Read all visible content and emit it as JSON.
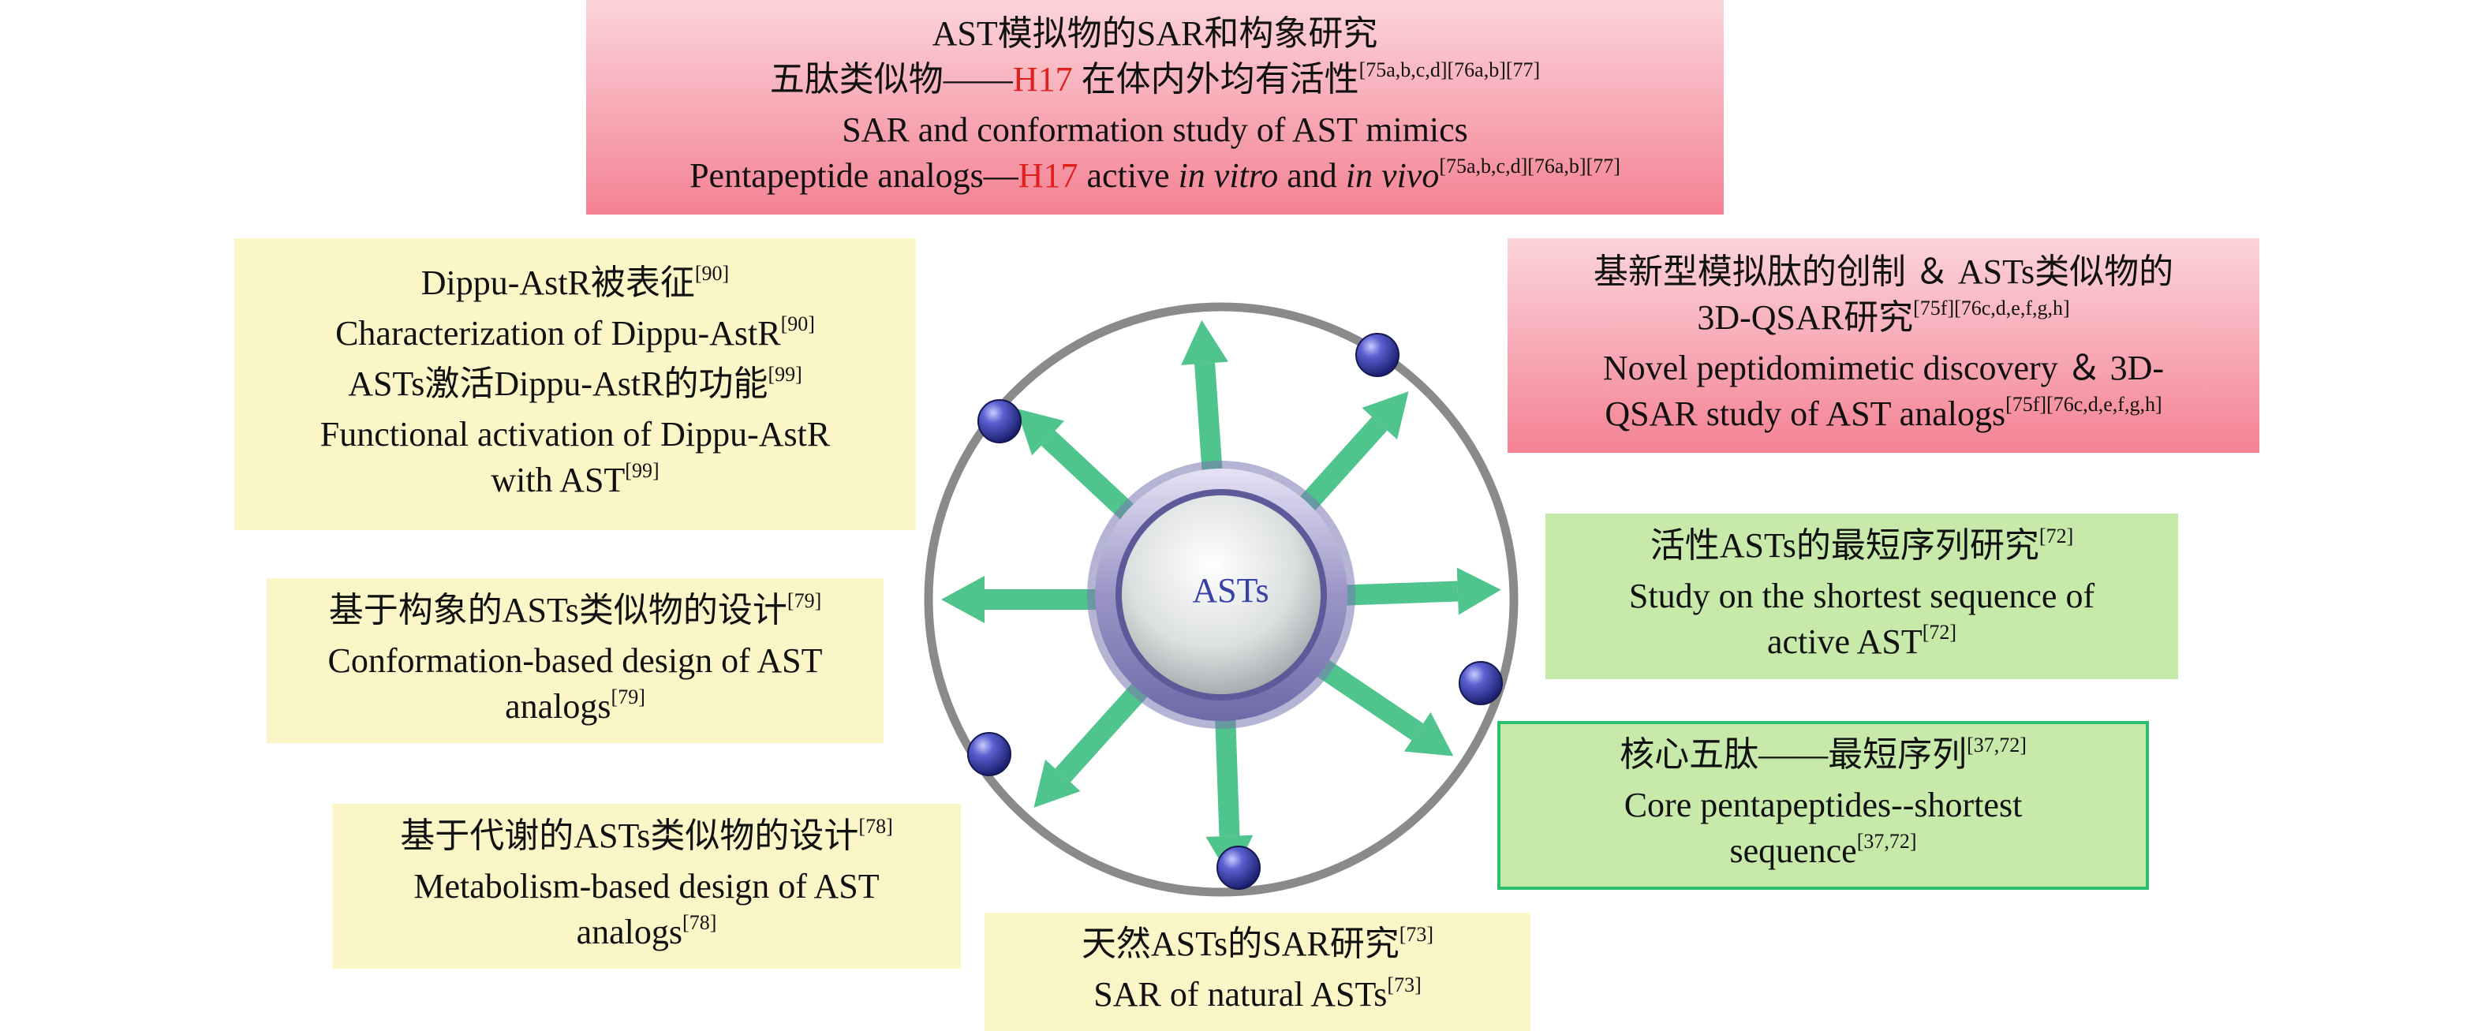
{
  "center": {
    "label": "ASTs"
  },
  "boxes": {
    "top": {
      "l1": "AST模拟物的SAR和构象研究",
      "l2a": "五肽类似物——",
      "l2b": "H17",
      "l2c": " 在体内外均有活性",
      "l2sup": "[75a,b,c,d][76a,b][77]",
      "l3": "SAR and conformation study of AST mimics",
      "l4a": "Pentapeptide analogs—",
      "l4b": "H17",
      "l4c": " active ",
      "l4d": "in vitro",
      "l4e": " and ",
      "l4f": "in vivo",
      "l4sup": "[75a,b,c,d][76a,b][77]"
    },
    "dippu": {
      "l1": "Dippu-AstR被表征",
      "l1sup": "[90]",
      "l2": "Characterization of Dippu-AstR",
      "l2sup": "[90]",
      "l3": "ASTs激活Dippu-AstR的功能",
      "l3sup": "[99]",
      "l4": "Functional activation of Dippu-AstR",
      "l5": "with AST",
      "l5sup": "[99]"
    },
    "conformation": {
      "l1": "基于构象的ASTs类似物的设计",
      "l1sup": "[79]",
      "l2": "Conformation-based design of AST",
      "l3": "analogs",
      "l3sup": "[79]"
    },
    "metabolism": {
      "l1": "基于代谢的ASTs类似物的设计",
      "l1sup": "[78]",
      "l2": "Metabolism-based design of AST",
      "l3": "analogs",
      "l3sup": "[78]"
    },
    "natural": {
      "l1": "天然ASTs的SAR研究",
      "l1sup": "[73]",
      "l2": "SAR of natural ASTs",
      "l2sup": "[73]"
    },
    "peptidomimetic": {
      "l1": "基新型模拟肽的创制 ＆ ASTs类似物的",
      "l2": "3D-QSAR研究",
      "l2sup": "[75f][76c,d,e,f,g,h]",
      "l3": "Novel peptidomimetic discovery ＆ 3D-",
      "l4": "QSAR study of AST analogs",
      "l4sup": "[75f][76c,d,e,f,g,h]"
    },
    "shortest": {
      "l1": "活性ASTs的最短序列研究",
      "l1sup": "[72]",
      "l2": "Study on the shortest sequence of",
      "l3": "active AST",
      "l3sup": "[72]"
    },
    "core": {
      "l1": "核心五肽——最短序列",
      "l1sup": "[37,72]",
      "l2": "Core pentapeptides--shortest",
      "l3": "sequence",
      "l3sup": "[37,72]"
    }
  },
  "colors": {
    "arrow": "#4fc48d",
    "ring": "#8a8a8a",
    "sphere": "#2e3499",
    "highlight": "#e11f1f",
    "center_text": "#3742a6"
  }
}
